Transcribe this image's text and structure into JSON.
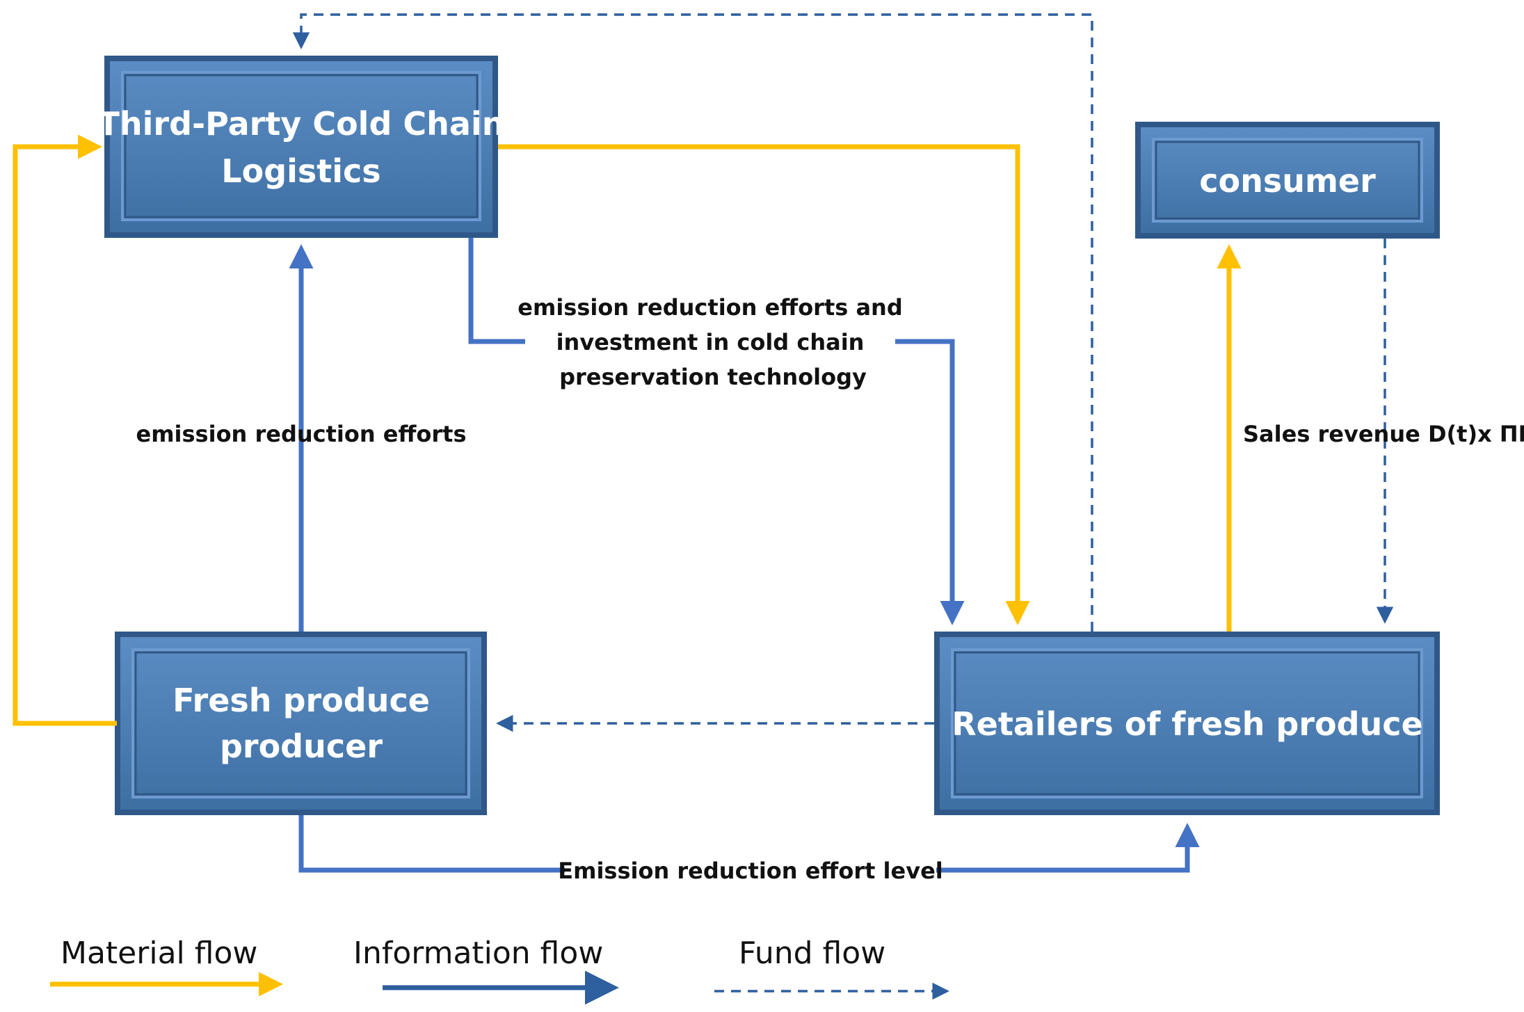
{
  "colors": {
    "material": "#FFC000",
    "information": "#4472C4",
    "fund": "#2E5F9E",
    "box_fill": "#4A7EB5",
    "box_border": "#2F5888",
    "box_text": "#FFFFFF",
    "label_text": "#111111"
  },
  "nodes": {
    "third_party": {
      "line1": "Third-Party Cold Chain",
      "line2": "Logistics"
    },
    "consumer": {
      "label": "consumer"
    },
    "producer": {
      "line1": "Fresh produce",
      "line2": "producer"
    },
    "retailer": {
      "label": "Retailers of fresh produce"
    }
  },
  "edge_labels": {
    "producer_to_logistics": "emission reduction efforts",
    "logistics_to_retailer": {
      "line1": "emission reduction efforts and",
      "line2": "investment in cold chain",
      "line3": "preservation technology"
    },
    "sales_revenue": "Sales revenue D(t)x ΠR",
    "effort_level": "Emission reduction effort level"
  },
  "legend": {
    "material": "Material flow",
    "information": "Information flow",
    "fund": "Fund flow"
  }
}
